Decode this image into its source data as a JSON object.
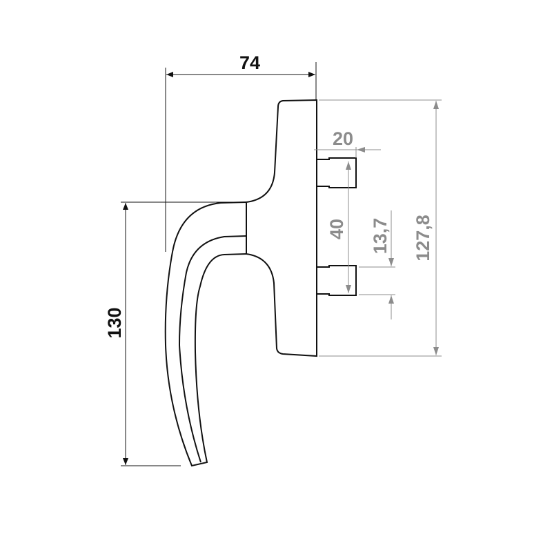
{
  "title": "Window handle dimension drawing",
  "dimensions": {
    "overall_depth": "74",
    "handle_length": "130",
    "base_height": "127,8",
    "spindle_length": "20",
    "spindle_spacing": "40",
    "spindle_width": "13,7"
  },
  "colors": {
    "outline": "#111111",
    "dimension_gray": "#8c8c8c"
  }
}
